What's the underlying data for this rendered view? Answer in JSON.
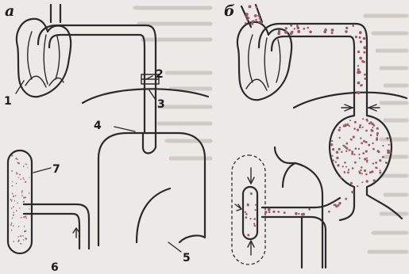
{
  "panels": [
    {
      "letter": "а",
      "callouts": [
        {
          "label": "1"
        },
        {
          "label": "2"
        },
        {
          "label": "3"
        },
        {
          "label": "4"
        },
        {
          "label": "5"
        },
        {
          "label": "6"
        },
        {
          "label": "7"
        }
      ]
    },
    {
      "letter": "б"
    }
  ],
  "colors": {
    "paper": "#eceae6",
    "ink": "#2a2a2a",
    "dots": "#9c5a66"
  }
}
